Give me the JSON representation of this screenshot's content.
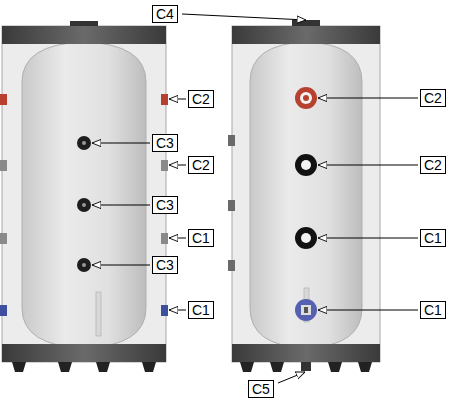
{
  "diagram": {
    "labels": [
      "C4",
      "C2",
      "C3",
      "C2",
      "C3",
      "C1",
      "C3",
      "C1",
      "C2",
      "C2",
      "C1",
      "C1",
      "C5"
    ]
  }
}
